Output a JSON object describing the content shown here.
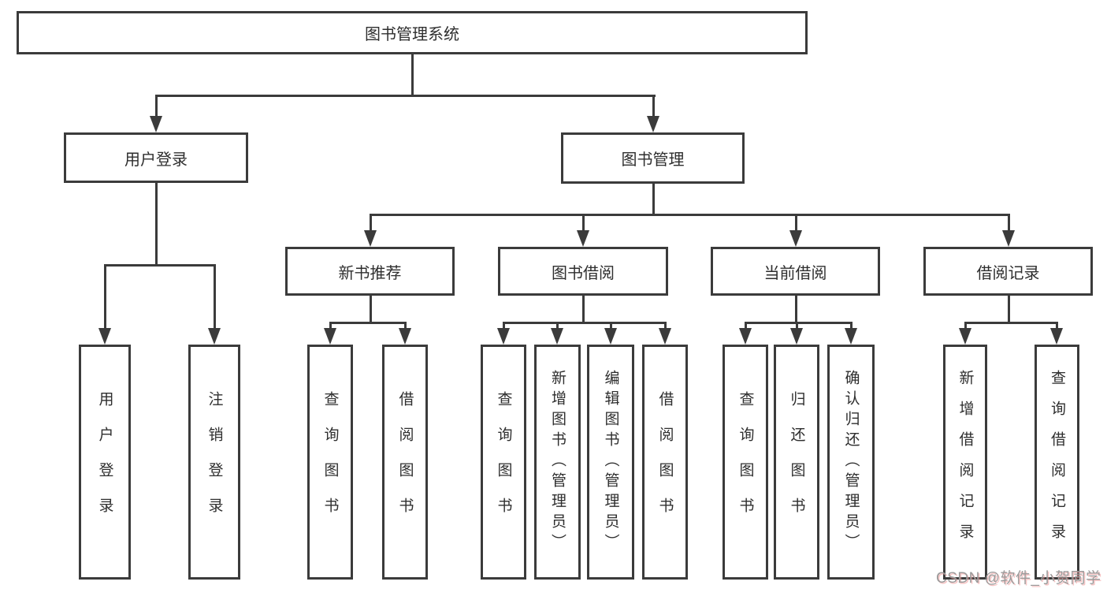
{
  "diagram": {
    "root": "图书管理系统",
    "user": {
      "label": "用户登录",
      "children": [
        "用户登录",
        "注销登录"
      ]
    },
    "mgmt": {
      "label": "图书管理",
      "groups": [
        {
          "label": "新书推荐",
          "children": [
            "查询图书",
            "借阅图书"
          ]
        },
        {
          "label": "图书借阅",
          "children": [
            "查询图书",
            "新增图书（管理员）",
            "编辑图书（管理员）",
            "借阅图书"
          ]
        },
        {
          "label": "当前借阅",
          "children": [
            "查询图书",
            "归还图书",
            "确认归还（管理员）"
          ]
        },
        {
          "label": "借阅记录",
          "children": [
            "新增借阅记录",
            "查询借阅记录"
          ]
        }
      ]
    },
    "watermark": "CSDN @软件_小贺同学"
  }
}
